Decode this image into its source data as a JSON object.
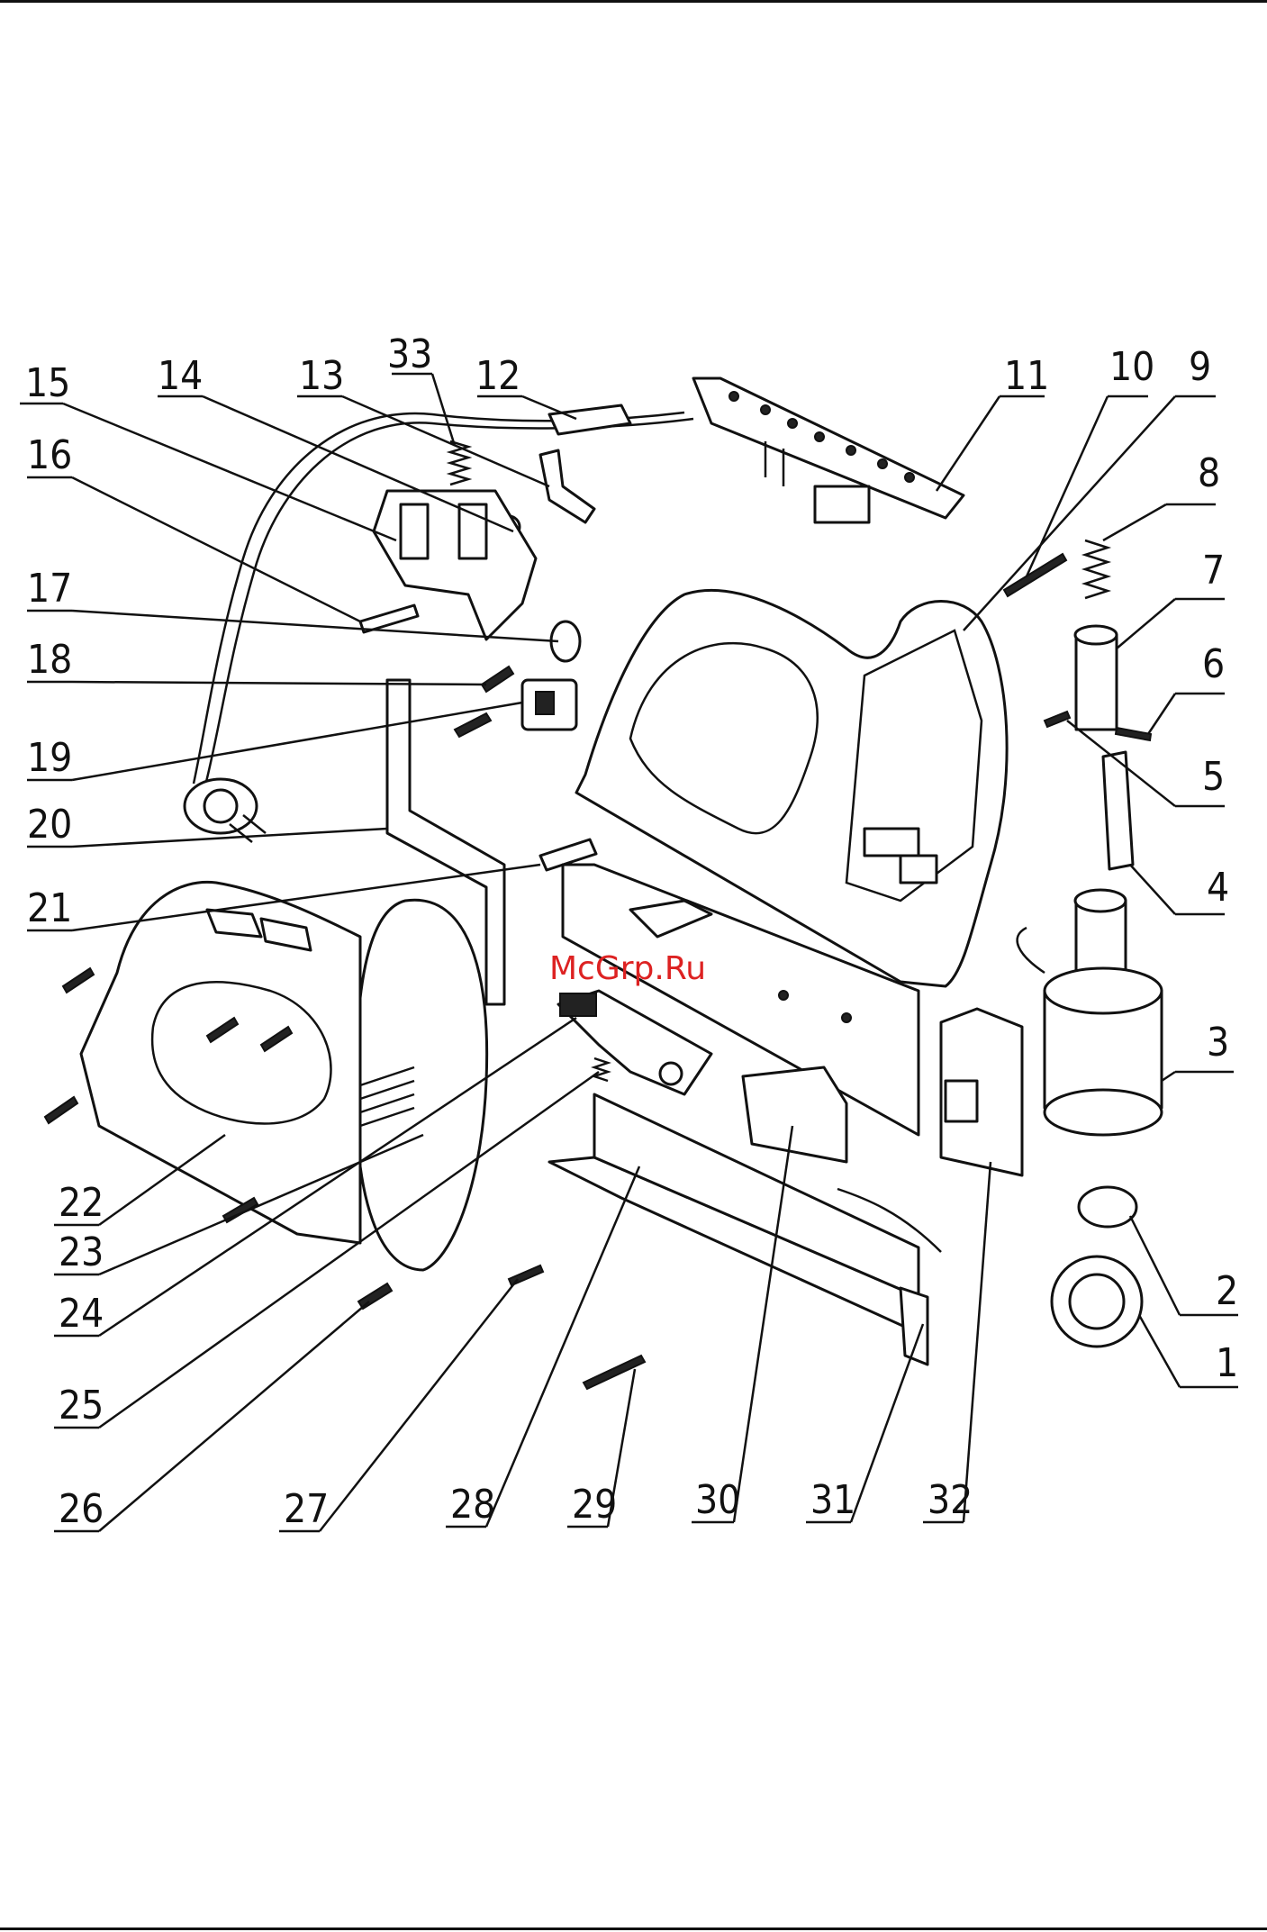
{
  "watermark": "McGrp.Ru",
  "labels": {
    "l1": "1",
    "l2": "2",
    "l3": "3",
    "l4": "4",
    "l5": "5",
    "l6": "6",
    "l7": "7",
    "l8": "8",
    "l9": "9",
    "l10": "10",
    "l11": "11",
    "l12": "12",
    "l13": "13",
    "l14": "14",
    "l15": "15",
    "l16": "16",
    "l17": "17",
    "l18": "18",
    "l19": "19",
    "l20": "20",
    "l21": "21",
    "l22": "22",
    "l23": "23",
    "l24": "24",
    "l25": "25",
    "l26": "26",
    "l27": "27",
    "l28": "28",
    "l29": "29",
    "l30": "30",
    "l31": "31",
    "l32": "32",
    "l33": "33"
  }
}
